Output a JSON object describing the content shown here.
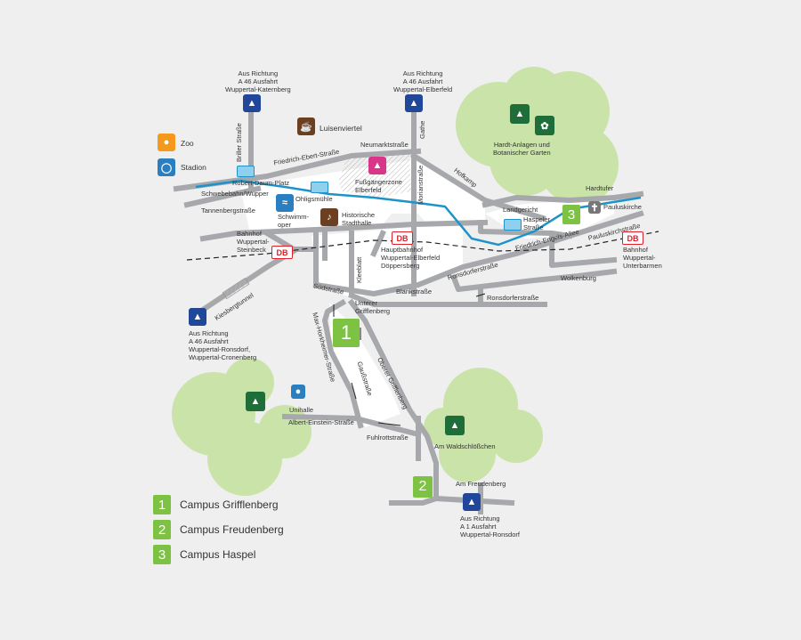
{
  "labels": {
    "aus_katernberg": "Aus Richtung\nA 46 Ausfahrt\nWuppertal-Katernberg",
    "aus_elberfeld": "Aus Richtung\nA 46 Ausfahrt\nWuppertal-Elberfeld",
    "aus_ronsdorf_cron": "Aus Richtung\nA 46 Ausfahrt\nWuppertal-Ronsdorf,\nWuppertal-Cronenberg",
    "aus_a1": "Aus Richtung\nA 1 Ausfahrt\nWuppertal-Ronsdorf",
    "luisenviertel": "Luisenviertel",
    "zoo": "Zoo",
    "stadion": "Stadion",
    "briller": "Briller Straße",
    "friedrich_ebert": "Friedrich-Ebert-Straße",
    "neumarkt": "Neumarktstraße",
    "gathe": "Gathe",
    "hofkamp": "Hofkamp",
    "morian": "Morianstraße",
    "robert_daum": "Robert-Daum-Platz",
    "schwebebahn": "Schwebebahn/Wupper",
    "ohligsmuehle": "Ohligsmühle",
    "fussgaenger": "Fußgängerzone\nElberfeld",
    "tannenberg": "Tannenbergstraße",
    "schwimmoper": "Schwimm-\noper",
    "stadthalle": "Historische\nStadthalle",
    "bahnhof_steinbeck": "Bahnhof\nWuppertal-\nSteinbeck",
    "hauptbahnhof": "Hauptbahnhof\nWuppertal-Elberfeld\nDöppersberg",
    "hardt": "Hardt-Anlagen und\nBotanischer Garten",
    "landgericht": "Landgericht",
    "haspeler": "Haspeler\nStraße",
    "hardtufer": "Hardtufer",
    "pauluskirche": "Pauluskirche",
    "pauluskirchstr": "Pauluskirchstraße",
    "friedrich_engels": "Friedrich-Engels-Allee",
    "bahnhof_unterbarmen": "Bahnhof\nWuppertal-\nUnterbarmen",
    "ronsdorfer1": "Ronsdorferstraße",
    "ronsdorfer2": "Ronsdorferstraße",
    "wolkenburg": "Wolkenburg",
    "kleeblatt": "Kleeblatt",
    "sued": "Südstraße",
    "blank": "Blankstraße",
    "kiesberg": "Kiesbergtunnel",
    "unterer": "Unterer\nGrifflenberg",
    "max": "Max-Horkheimer-Straße",
    "gauss": "Gaußstraße",
    "oberer": "Oberer Grifflenberg",
    "unihalle": "Unihalle",
    "albert": "Albert-Einstein-Straße",
    "fuhlrott": "Fuhlrottstraße",
    "waldschloess": "Am Waldschlößchen",
    "freudenberg": "Am Freudenberg",
    "db": "DB"
  },
  "campus_markers": [
    "1",
    "2",
    "3"
  ],
  "legend": [
    {
      "num": "1",
      "label": "Campus Grifflenberg"
    },
    {
      "num": "2",
      "label": "Campus Freudenberg"
    },
    {
      "num": "3",
      "label": "Campus Haspel"
    }
  ],
  "icons": {
    "highway": "highway-icon",
    "coffee": "coffee-icon",
    "penguin": "penguin-icon",
    "stadium": "stadium-icon",
    "swim": "swimming-icon",
    "music": "music-note-icon",
    "shoe": "shoe-icon",
    "tree": "tree-icon",
    "flower": "flower-icon",
    "church": "church-icon",
    "sport": "sports-icon",
    "tram": "schwebebahn-icon"
  },
  "colors": {
    "road": "#a6a8ab",
    "area": "#ffffff",
    "river": "#1d93c9",
    "park": "#c9e3a8",
    "campus": "#7dc242",
    "db": "#e0202a",
    "highway": "#21479a"
  }
}
